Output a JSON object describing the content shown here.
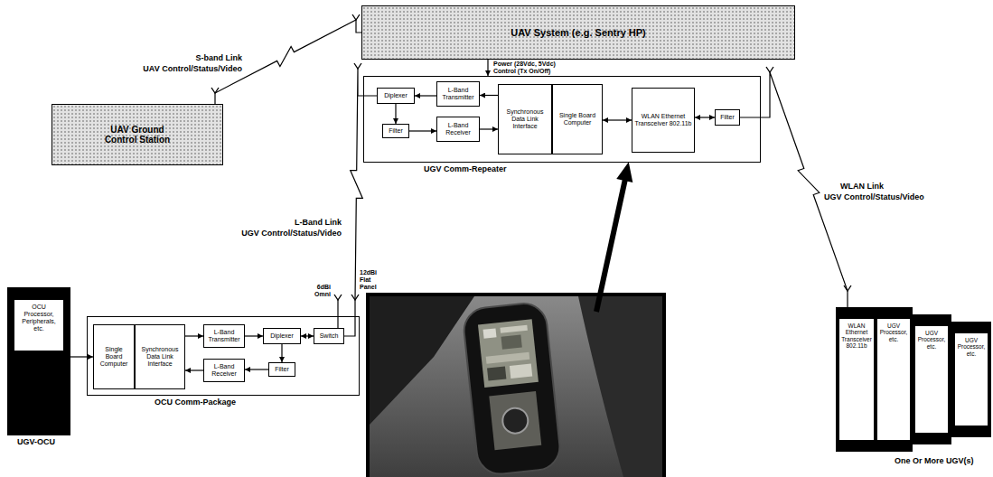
{
  "diagram": {
    "nodes": [
      {
        "text": [
          "UAV System (e.g. Sentry HP)"
        ]
      },
      {
        "text": [
          "UAV Ground Control Station"
        ]
      },
      {
        "text": [
          "UGV Comm-Repeater"
        ]
      },
      {
        "text": [
          "Diplexer"
        ],
        "in": 2
      },
      {
        "text": [
          "L-Band Transmitter"
        ],
        "in": 2
      },
      {
        "text": [
          "Filter"
        ],
        "in": 2
      },
      {
        "text": [
          "L-Band Receiver"
        ],
        "in": 2
      },
      {
        "text": [
          "Synchronous Data Link Interface"
        ],
        "in": 2
      },
      {
        "text": [
          "Single Board Computer"
        ],
        "in": 2
      },
      {
        "text": [
          "WLAN Ethernet Transceiver 802.11b"
        ],
        "in": 2
      },
      {
        "text": [
          "Filter"
        ],
        "in": 2
      },
      {
        "text": [
          "UGV-OCU"
        ]
      },
      {
        "text": [
          "OCU Processor, Peripherals, etc."
        ],
        "in": 11
      },
      {
        "text": [
          "OCU Comm-Package"
        ]
      },
      {
        "text": [
          "Single Board Computer"
        ],
        "in": 13
      },
      {
        "text": [
          "Synchronous Data Link Interface"
        ],
        "in": 13
      },
      {
        "text": [
          "L-Band Transmitter"
        ],
        "in": 13
      },
      {
        "text": [
          "L-Band Receiver"
        ],
        "in": 13
      },
      {
        "text": [
          "Diplexer"
        ],
        "in": 13
      },
      {
        "text": [
          "Filter"
        ],
        "in": 13
      },
      {
        "text": [
          "Switch"
        ],
        "in": 13
      },
      {
        "text": [
          "WLAN Ethernet Transceiver 802.11b"
        ]
      },
      {
        "text": [
          "UGV Processor, etc."
        ]
      },
      {
        "text": [
          "UGV Processor, etc."
        ]
      },
      {
        "text": [
          "UGV Processor, etc."
        ]
      }
    ],
    "edges": [
      {
        "from": 1,
        "to": 0,
        "arrow": "none"
      },
      {
        "from": 0,
        "to": 2,
        "arrow": "to"
      },
      {
        "from": 4,
        "to": 3,
        "arrow": "to"
      },
      {
        "from": 3,
        "to": 5,
        "arrow": "to"
      },
      {
        "from": 5,
        "to": 6,
        "arrow": "to"
      },
      {
        "from": 7,
        "to": 4,
        "arrow": "to"
      },
      {
        "from": 6,
        "to": 7,
        "arrow": "to"
      },
      {
        "from": 8,
        "to": 9,
        "arrow": "both"
      },
      {
        "from": 9,
        "to": 10,
        "arrow": "both"
      },
      {
        "from": 10,
        "to": 21,
        "arrow": "none"
      },
      {
        "from": 11,
        "to": 14,
        "arrow": "to"
      },
      {
        "from": 15,
        "to": 16,
        "arrow": "to"
      },
      {
        "from": 16,
        "to": 18,
        "arrow": "to"
      },
      {
        "from": 18,
        "to": 19,
        "arrow": "to"
      },
      {
        "from": 19,
        "to": 17,
        "arrow": "to"
      },
      {
        "from": 17,
        "to": 15,
        "arrow": "to"
      },
      {
        "from": 18,
        "to": 20,
        "arrow": "both"
      },
      {
        "from": 20,
        "to": 3,
        "arrow": "none"
      }
    ],
    "labels": [
      "S-band Link",
      "UAV Control/Status/Video",
      "Power (28Vdc, 5Vdc)",
      "Control (Tx On/Off)",
      "L-Band Link",
      "UGV Control/Status/Video",
      "6dBi Omni",
      "12dBi Flat Panel",
      "WLAN Link",
      "UGV Control/Status/Video",
      "One Or More UGV(s)"
    ]
  }
}
